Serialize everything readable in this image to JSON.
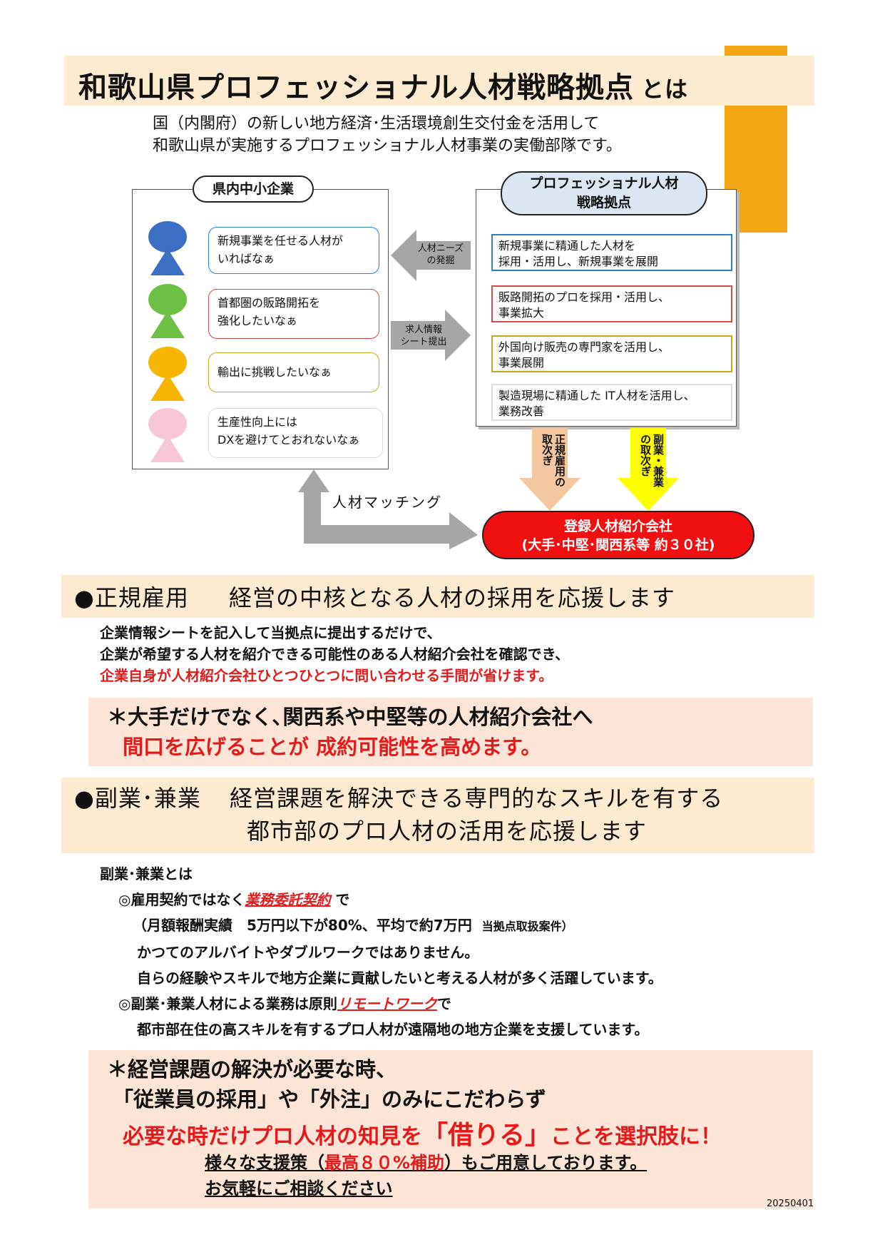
{
  "header": {
    "title": "和歌山県プロフェッショナル人材戦略拠点",
    "title_suffix": "とは",
    "intro_line1": "国（内閣府）の新しい地方経済･生活環境創生交付金を活用して",
    "intro_line2": "和歌山県が実施するプロフェッショナル人材事業の実働部隊です。"
  },
  "diagram": {
    "left_title": "県内中小企業",
    "right_title_line1": "プロフェッショナル人材",
    "right_title_line2": "戦略拠点",
    "bubbles": [
      {
        "line1": "新規事業を任せる人材が",
        "line2": "いればなぁ"
      },
      {
        "line1": "首都圏の販路開拓を",
        "line2": "強化したいなぁ"
      },
      {
        "line1": "輸出に挑戦したいなぁ",
        "line2": ""
      },
      {
        "line1": "生産性向上には",
        "line2": "DXを避けてとおれないなぁ"
      }
    ],
    "right_items": [
      {
        "line1": "新規事業に精通した人材を",
        "line2": "採用・活用し、新規事業を展開"
      },
      {
        "line1": "販路開拓のプロを採用・活用し、",
        "line2": "事業拡大"
      },
      {
        "line1": "外国向け販売の専門家を活用し、",
        "line2": "事業展開"
      },
      {
        "line1": "製造現場に精通した IT人材を活用し、",
        "line2": "業務改善"
      }
    ],
    "arrow_needs_line1": "人材ニーズ",
    "arrow_needs_line2": "の発掘",
    "arrow_sheet_line1": "求人情報",
    "arrow_sheet_line2": "シート提出",
    "arrow_regular": "正規雇用の取次ぎ",
    "arrow_side": "副業・兼業の取次ぎ",
    "matching_label": "人材マッチング",
    "agency_line1": "登録人材紹介会社",
    "agency_line2": "(大手･中堅･関西系等 約３０社)",
    "colors": {
      "blue": "#3a6fc4",
      "green": "#6cc043",
      "yellow": "#f7b400",
      "pink": "#f7c6d8",
      "arrow_gray": "#a6a6a6",
      "arrow_peach": "#f4c79e",
      "arrow_yellow": "#ffff00",
      "agency_red": "#f01010"
    }
  },
  "section1": {
    "heading_label": "●正規雇用",
    "heading_text": "経営の中核となる人材の採用を応援します",
    "text_line1": "企業情報シートを記入して当拠点に提出するだけで、",
    "text_line2": "企業が希望する人材を紹介できる可能性のある人材紹介会社を確認でき、",
    "text_line3": "企業自身が人材紹介会社ひとつひとつに問い合わせる手間が省けます。",
    "callout_line1": "＊大手だけでなく､関西系や中堅等の人材紹介会社へ",
    "callout_line2": "間口を広げることが 成約可能性を高めます。"
  },
  "section2": {
    "heading_label": "●副業･兼業",
    "heading_line1": "経営課題を解決できる専門的なスキルを有する",
    "heading_line2": "都市部のプロ人材の活用を応援します",
    "def_title": "副業･兼業とは",
    "point1_pre": "◎雇用契約ではなく",
    "point1_em": "業務委託契約",
    "point1_post": " で",
    "point1_note_main": "（月額報酬実績　5万円以下が80%、平均で約7万円",
    "point1_note_small": "当拠点取扱案件）",
    "point1_line3": "かつてのアルバイトやダブルワークではありません。",
    "point1_line4": "自らの経験やスキルで地方企業に貢献したいと考える人材が多く活躍しています。",
    "point2_pre": "◎副業･兼業人材による業務は原則",
    "point2_em": "リモートワーク",
    "point2_post": "で",
    "point2_line2": "都市部在住の高スキルを有するプロ人材が遠隔地の地方企業を支援しています。",
    "callout_line1": "＊経営課題の解決が必要な時、",
    "callout_line2": "「従業員の採用」や「外注」のみにこだわらず",
    "callout_line3_pre": "必要な時だけプロ人材の知見を",
    "callout_line3_big": "「借りる」",
    "callout_line3_post": "ことを選択肢に！",
    "support_pre": "様々な支援策（",
    "support_red": "最高８０%補助",
    "support_post": "）もご用意しております。",
    "consult": "お気軽にご相談ください"
  },
  "footer": {
    "code": "20250401"
  }
}
